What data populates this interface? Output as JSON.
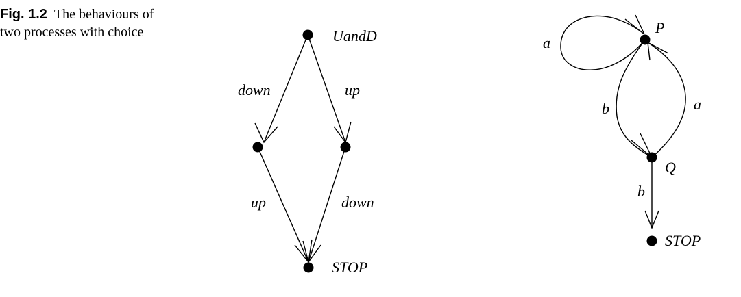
{
  "caption": {
    "figure_number": "Fig. 1.2",
    "text_line1": "The behaviours of",
    "text_line2": "two processes with choice"
  },
  "left_diagram": {
    "states": {
      "start": "UandD",
      "left_mid": "",
      "right_mid": "",
      "end": "STOP"
    },
    "transitions": {
      "start_to_left": "down",
      "start_to_right": "up",
      "left_to_end": "up",
      "right_to_end": "down"
    }
  },
  "right_diagram": {
    "states": {
      "p": "P",
      "q": "Q",
      "stop": "STOP"
    },
    "transitions": {
      "p_self_loop": "a",
      "p_to_q": "b",
      "q_to_p": "a",
      "q_to_stop": "b"
    }
  }
}
